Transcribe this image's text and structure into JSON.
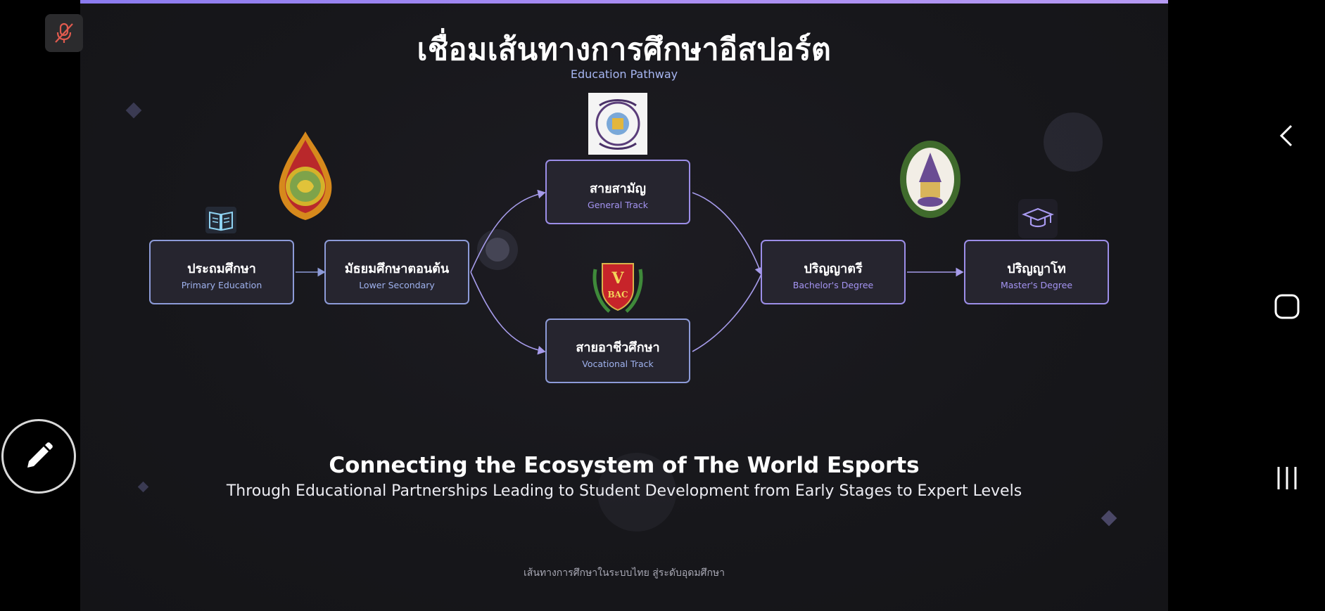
{
  "slide": {
    "title_th": "เชื่อมเส้นทางการศึกษาอีสปอร์ต",
    "title_en": "Education Pathway",
    "nodes": {
      "primary": {
        "th": "ประถมศึกษา",
        "en": "Primary Education"
      },
      "lower_secondary": {
        "th": "มัธยมศึกษาตอนต้น",
        "en": "Lower Secondary"
      },
      "general": {
        "th": "สายสามัญ",
        "en": "General Track"
      },
      "vocational": {
        "th": "สายอาชีวศึกษา",
        "en": "Vocational Track"
      },
      "bachelor": {
        "th": "ปริญญาตรี",
        "en": "Bachelor's Degree"
      },
      "master": {
        "th": "ปริญญาโท",
        "en": "Master's Degree"
      }
    },
    "headline": "Connecting the Ecosystem of The World Esports",
    "tagline": "Through Educational Partnerships Leading to Student Development from Early Stages to Expert Levels",
    "footer": "เส้นทางการศึกษาในระบบไทย สู่ระดับอุดมศึกษา",
    "logos": {
      "vocational_logo_text": "VBAC"
    }
  },
  "icons": {
    "book": "book-icon",
    "grad_cap": "graduation-cap-icon",
    "mic_muted": "microphone-muted-icon",
    "pen": "pen-icon",
    "back": "back-icon",
    "home": "home-icon",
    "recents": "recents-icon"
  },
  "colors": {
    "accent_blue": "#8d9bd8",
    "accent_purple": "#9c8ee8",
    "background": "#17171b",
    "mic_muted": "#e05a4e"
  }
}
